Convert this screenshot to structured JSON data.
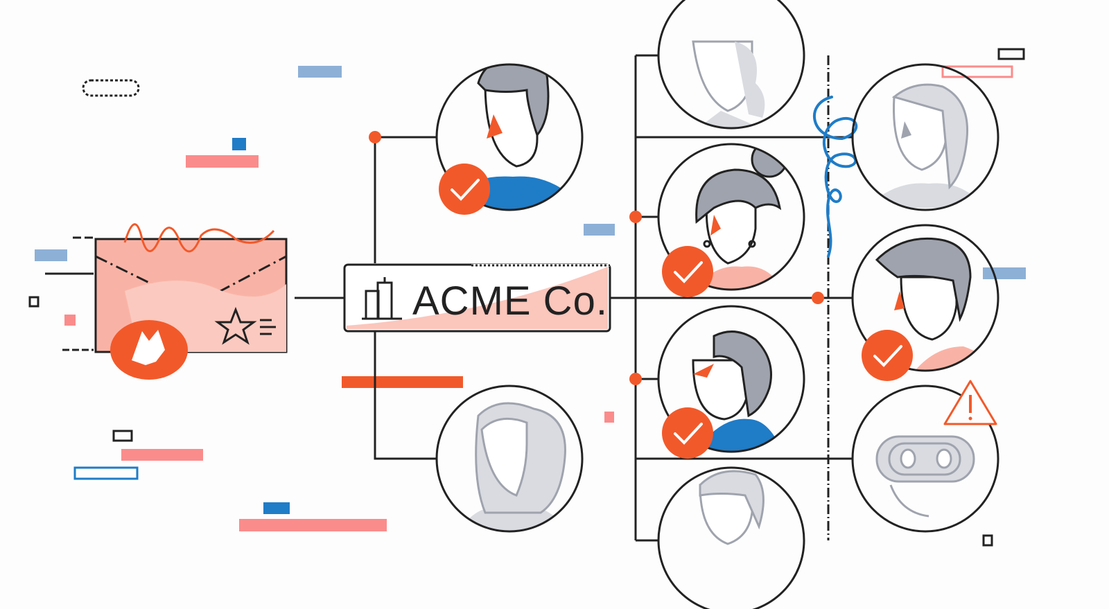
{
  "company": {
    "name": "ACME Co.",
    "icon": "building-icon"
  },
  "envelope": {
    "icon": "fox-badge-icon",
    "star_icon": "star-icon"
  },
  "people": [
    {
      "id": "person-top-left",
      "status": "verified"
    },
    {
      "id": "person-bottom-left",
      "status": "faded"
    },
    {
      "id": "person-mid-top",
      "status": "faded"
    },
    {
      "id": "person-woman",
      "status": "verified"
    },
    {
      "id": "person-mid-lower",
      "status": "verified"
    },
    {
      "id": "person-mid-bottom",
      "status": "faded"
    },
    {
      "id": "person-right-top",
      "status": "faded"
    },
    {
      "id": "person-right-mid",
      "status": "verified"
    },
    {
      "id": "robot",
      "status": "warning"
    }
  ],
  "colors": {
    "accent": "#f2592a",
    "pink": "#fa8c8c",
    "envelope": "#f9b3a6",
    "blue": "#1f7cc7",
    "light_blue": "#8db0d6",
    "line": "#222222",
    "gray": "#9fa3ad",
    "light_gray": "#d9dbe1"
  }
}
